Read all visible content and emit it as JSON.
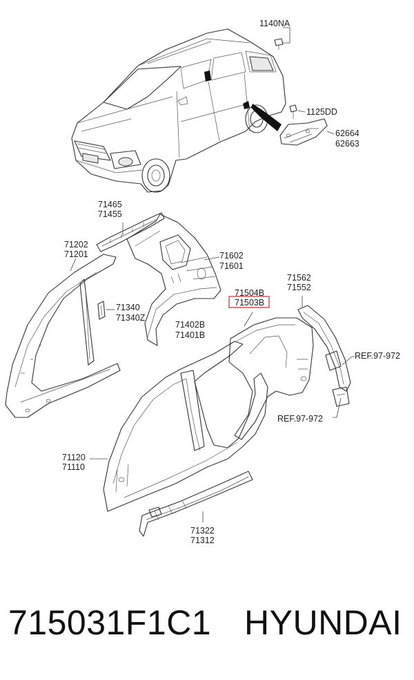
{
  "labels": {
    "l1140NA": "1140NA",
    "l1125DD": "1125DD",
    "l62664": "62664",
    "l62663": "62663",
    "l71465": "71465",
    "l71455": "71455",
    "l71202": "71202",
    "l71201": "71201",
    "l71602": "71602",
    "l71601": "71601",
    "l71504B": "71504B",
    "l71503B": "71503B",
    "l71562": "71562",
    "l71552": "71552",
    "l71340": "71340",
    "l71340Z": "71340Z",
    "l71402B": "71402B",
    "l71401B": "71401B",
    "lref1": "REF.97-972",
    "lref2": "REF.97-972",
    "l71120": "71120",
    "l71110": "71110",
    "l71322": "71322",
    "l71312": "71312"
  },
  "highlight_color": "#e0202a",
  "caption": {
    "part_number": "715031F1C1",
    "brand": "HYUNDAI"
  }
}
